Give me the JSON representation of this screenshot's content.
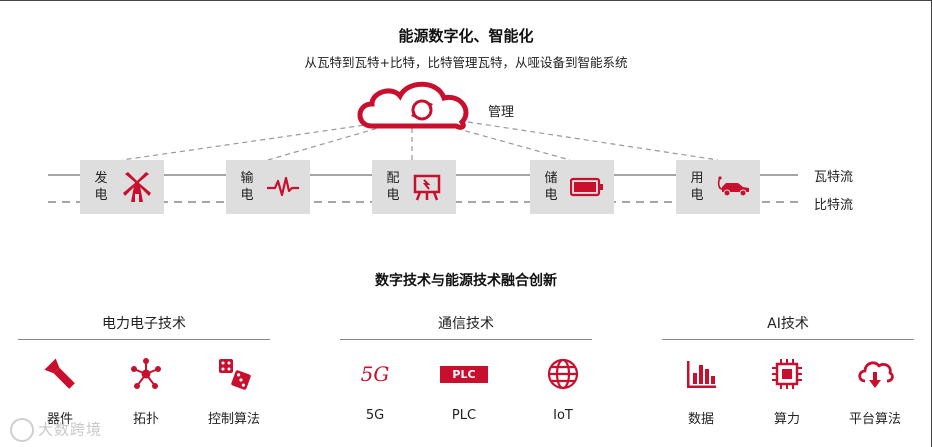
{
  "header": {
    "title": "能源数字化、智能化",
    "subtitle": "从瓦特到瓦特+比特，比特管理瓦特，从哑设备到智能系统"
  },
  "cloud": {
    "label": "管理"
  },
  "streams": {
    "watt": "瓦特流",
    "bit": "比特流"
  },
  "nodes": [
    {
      "chars": [
        "发",
        "电"
      ],
      "icon": "windmill-icon"
    },
    {
      "chars": [
        "输",
        "电"
      ],
      "icon": "waveform-icon"
    },
    {
      "chars": [
        "配",
        "电"
      ],
      "icon": "transformer-icon"
    },
    {
      "chars": [
        "储",
        "电"
      ],
      "icon": "battery-icon"
    },
    {
      "chars": [
        "用",
        "电"
      ],
      "icon": "electric-car-icon"
    }
  ],
  "section": {
    "title": "数字技术与能源技术融合创新"
  },
  "groups": [
    {
      "title": "电力电子技术",
      "items": [
        {
          "label": "器件",
          "icon": "flashlight-icon"
        },
        {
          "label": "拓扑",
          "icon": "topology-icon"
        },
        {
          "label": "控制算法",
          "icon": "dice-icon"
        }
      ]
    },
    {
      "title": "通信技术",
      "items": [
        {
          "label": "5G",
          "icon": "5g-icon",
          "icon_text": "5G"
        },
        {
          "label": "PLC",
          "icon": "plc-icon",
          "icon_text": "PLC"
        },
        {
          "label": "IoT",
          "icon": "globe-icon"
        }
      ]
    },
    {
      "title": "AI技术",
      "items": [
        {
          "label": "数据",
          "icon": "bar-chart-icon"
        },
        {
          "label": "算力",
          "icon": "chip-icon"
        },
        {
          "label": "平台算法",
          "icon": "cloud-download-icon"
        }
      ]
    }
  ],
  "watermark": {
    "text": "大数跨境"
  },
  "colors": {
    "accent": "#c8102e",
    "node_bg": "#dedede",
    "line": "#888888"
  }
}
